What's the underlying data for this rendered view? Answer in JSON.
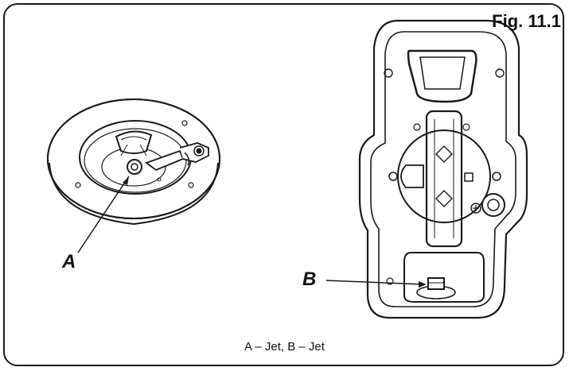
{
  "figure": {
    "label": "Fig. 11.1",
    "callouts": {
      "a": "A",
      "b": "B"
    },
    "caption": "A – Jet,  B – Jet"
  },
  "icons": [
    "round-burner-illustration",
    "oven-burner-illustration"
  ],
  "colors": {
    "line": "#1a1a1a",
    "background": "#ffffff"
  }
}
